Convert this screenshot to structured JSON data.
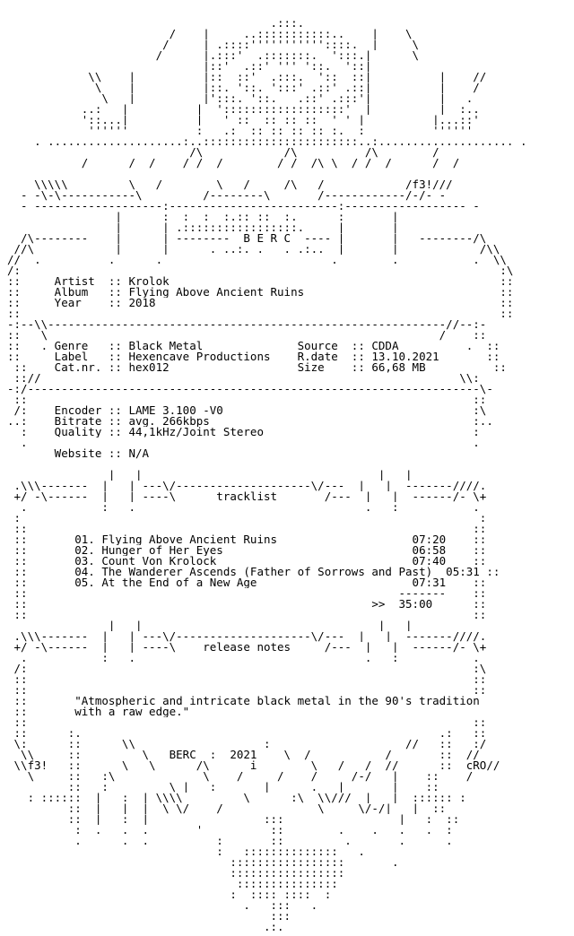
{
  "release": {
    "artist": "Krolok",
    "album": "Flying Above Ancient Ruins",
    "year": "2018",
    "genre": "Black Metal",
    "label": "Hexencave Productions",
    "cat_nr": "hex012",
    "source": "CDDA",
    "release_date": "13.10.2021",
    "size": "66,68 MB",
    "encoder": "LAME 3.100 -V0",
    "bitrate": "avg. 266kbps",
    "quality": "44,1kHz/Joint Stereo",
    "website": "N/A"
  },
  "tracks": [
    {
      "title": "01. Flying Above Ancient Ruins",
      "length": "07:20"
    },
    {
      "title": "02. Hunger of Her Eyes",
      "length": "06:58"
    },
    {
      "title": "03. Count Von Krolock",
      "length": "07:40"
    },
    {
      "title": "04. The Wanderer Ascends (Father of Sorrows and Past)",
      "length": "05:31"
    },
    {
      "title": "05. At the End of a New Age",
      "length": "07:31"
    }
  ],
  "total_time": "35:00",
  "notes": [
    "\"Atmospheric and intricate black metal in the 90's tradition",
    "with a raw edge.\""
  ],
  "nfo_lines": [
    "                   _ ______  _         .:::.         _ _______ _",
    "                     ___/    |     ..:::::::::::..    |    \\___",
    "                       /     | .::::'''''''''''::::.  |     \\",
    "                      /      |.:::'  .:::::::.  ':::.|      \\",
    "          _ ______ _         |::'  .::' ''' '::.  '::|         _ ______ _",
    "            \\\\    |          |::  ::'  .:::.  '::  ::|          |    //",
    "             \\    |          |::. '::. ':::' .::' .::|          |    /",
    "              \\   |          |':::. '::.   .::' .:::'|          |   .",
    "           ..:   |          |  '::::::::::::::::::'  |          |  :..",
    "           '::...|          |   ' ::  :: :: ::  ' ' |          |...::'",
    "            ''''''          :   .:  :: :: :: :: :.  :          ''''''",
    "    . ....................:..:::::::::::::::::::::::..:.................... .",
    "                   _  __   /\\   _________/\\   _   ___/\\   _____/_",
    "      _  __/ __   /  /    / /  /________/ /  /\\_\\  / /  /______/  /",
    "   _ _  __________________ _ ___________________ _  __ _ ____________ _ _",
    "    \\\\\\\\\\_________\\___/________\\___/_____/\\___/____________/f3!///",
    "  - -\\-\\-----------\\_________/--------\\_______/------------/-/- -",
    "  - -------------------:-------------------------:------------------ -",
    "                |      :  :  :  :.:: ::  :.      :       |",
    "  ___ _         |      | .:::::::::::::::::.     |       |         _ ___",
    " _/\\--------    |      | --------  B E R C  ---- |       |   --------/\\_",
    " //\\            |      |      . ..:. .   . .:..  |       |            /\\\\",
    "//  .          .      .                         .        .           .  \\\\",
    "/:                                                                       :\\",
    "::     Artist  :: Krolok                                                 ::",
    "::     Album   :: Flying Above Ancient Ruins                             ::",
    "::     Year    :: 2018                                                   ::",
    "::  __ _                                                         _ __    ::",
    "-:--\\\\-----------------------------------------------------------//--:-",
    "::   \\                                                          /    ::",
    "::   . Genre   :: Black Metal              Source  :: CDDA          .  ::",
    "::     Label   :: Hexencave Productions    R.date  :: 13.10.2021       ::",
    "_::    Cat.nr. :: hex012                   Size    :: 66,68 MB        __::",
    " :://                                                              \\\\:",
    "-:/-------------------------------------------------------------------\\-",
    " ::                                                                  ::",
    " /:    Encoder :: LAME 3.100 -V0                                     :\\",
    "..:    Bitrate :: avg. 266kbps                                       :..",
    "  :    Quality :: 44,1kHz/Joint Stereo                               :",
    "  .                                                                  .",
    "       Website :: N/A",
    "",
    "  __ __ _      |   | _ __  ___ _            _ ___ __ _ |   |       _ __ _",
    " .\\\\\\-------  |   | ---\\/--------------------\\/---  |   |  -------////.",
    " +/ -\\------  |   | ----\\      tracklist       /---  |   |  ------/- \\+",
    "  .           :   .                                  .   :           .",
    " :                                                                    :",
    " ::                                                                  ::",
    " ::       01. Flying Above Ancient Ruins                    07:20    ::",
    " ::       02. Hunger of Her Eyes                            06:58    ::",
    " ::       03. Count Von Krolock                             07:40    ::",
    " ::       04. The Wanderer Ascends (Father of Sorrows and Past)  05:31 ::",
    " ::       05. At the End of a New Age                       07:31    ::",
    " ::                                                       -------    ::",
    " ::                                                   >>  35:00      ::",
    " ::                                                                  ::",
    "  __ __ _      |   | _ __  ___ _            _ ___ __ _ |   |       _ __ _",
    " .\\\\\\-------  |   | ---\\/--------------------\\/---  |   |  -------////.",
    " +/ -\\------  |   | ----\\    release notes     /---  |   |  ------/- \\+",
    "  .           :   .                                  .   :           .",
    " /:                                                                  :\\",
    " ::                                                                  ::",
    " ::                                                                  ::",
    " ::       \"Atmospheric and intricate black metal in the 90's tradition",
    " ::       with a raw edge.\"",
    " ::                                                                  ::",
    " ::      :.                                                     .:   ::",
    " \\:      ::      \\\\ ___________       :        ___________ //   ::   :/",
    "  \\\\     ::  ___ ___\\   BERC  :  2021    \\  /__    _____/ ___   ::  //",
    " \\\\f3!   ::  ____\\   \\__  __/\\______i________\\___/___/  // ___  ::  cRO//",
    "   \\     ::   :\\_____________\\____/_____/____/_____/-/   |    ::    /",
    "         ::   :         \\ |   :       |      .   |       |    ::",
    "   : ::::::  |   :  | \\\\\\\\   ______\\______:\\  \\\\///  |   |  :::::: :",
    "         ::  |   |  |  \\_\\/____/______________\\_____\\/-/|   |  ::",
    "         ::  |   :  |                 :::                 |   :  ::",
    "          :  .   .  .       '          ::        .    .   .   .  :",
    "          .      .  .          :       ::         .       .      .",
    "                               :   ::::::::::::::   .",
    "                                 :::::::::::::::::       .",
    "                                 :::::::::::::::::",
    "                                  :::::::::::::::",
    "                                 :  :::: ::::  :",
    "                                   .   :::   .",
    "                                       :::",
    "                                      .:."
  ]
}
